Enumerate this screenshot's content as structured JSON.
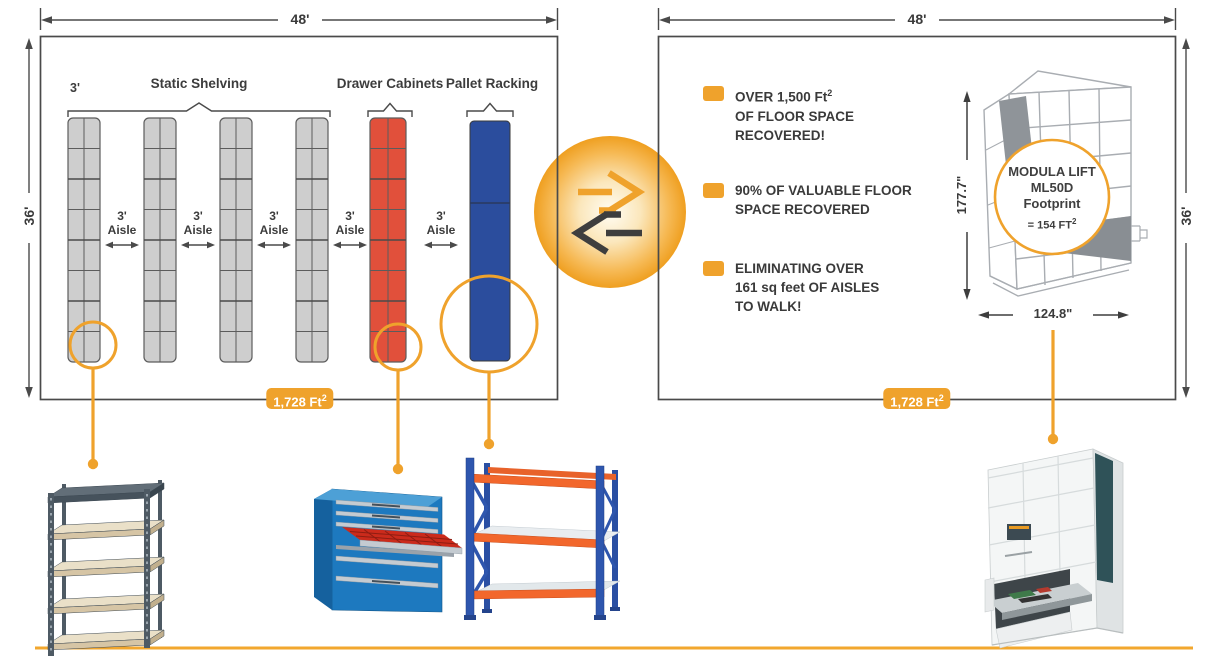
{
  "colors": {
    "accent_orange": "#EFA22C",
    "shelving_gray": "#CECECE",
    "drawer_red": "#E1503B",
    "pallet_blue": "#2B4D9D",
    "outline_gray": "#4A4A4A"
  },
  "left_plan": {
    "top_dimension": "48'",
    "side_dimension": "36'",
    "shelf_depth_label": "3'",
    "labels": {
      "static_shelving": "Static Shelving",
      "drawer_cabinets": "Drawer Cabinets",
      "pallet_racking": "Pallet Racking"
    },
    "aisles": [
      {
        "size": "3'",
        "label": "Aisle"
      },
      {
        "size": "3'",
        "label": "Aisle"
      },
      {
        "size": "3'",
        "label": "Aisle"
      },
      {
        "size": "3'",
        "label": "Aisle"
      },
      {
        "size": "3'",
        "label": "Aisle"
      }
    ],
    "area_badge": {
      "text": "1,728 Ft",
      "sup": "2"
    }
  },
  "right_plan": {
    "top_dimension": "48'",
    "side_dimension": "36'",
    "area_badge": {
      "text": "1,728 Ft",
      "sup": "2"
    },
    "bullets": [
      {
        "line1": "OVER 1,500 Ft",
        "sup": "2",
        "line2": "OF FLOOR SPACE",
        "line3": "RECOVERED!"
      },
      {
        "line1": "90% OF VALUABLE FLOOR",
        "line2": "SPACE RECOVERED"
      },
      {
        "line1": "ELIMINATING OVER",
        "line2": "161 sq feet OF AISLES",
        "line3": "TO WALK!"
      }
    ],
    "machine": {
      "height_dimension": "177.7\"",
      "width_dimension": "124.8\"",
      "circle_line1": "MODULA LIFT",
      "circle_line2": "ML50D",
      "circle_line3": "Footprint",
      "footprint": {
        "text": "= 154 FT",
        "sup": "2"
      }
    }
  }
}
